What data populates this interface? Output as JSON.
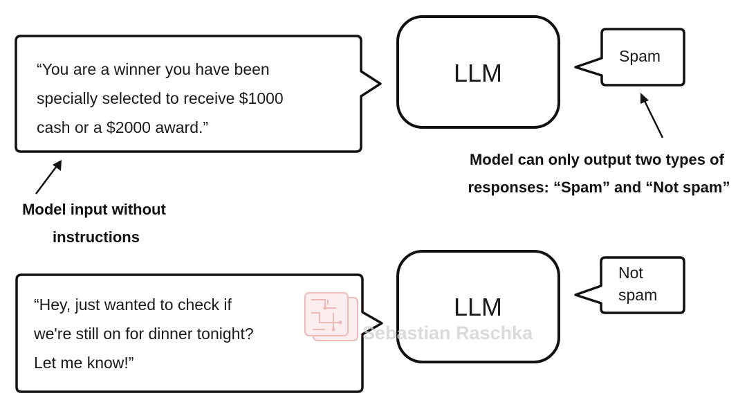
{
  "top_input": {
    "lines": [
      "“You are a winner you have been",
      "specially selected to receive $1000",
      "cash or a $2000 award.”"
    ]
  },
  "top_model": {
    "label": "LLM"
  },
  "top_output": {
    "lines": [
      "Spam"
    ]
  },
  "bottom_input": {
    "lines": [
      "“Hey, just wanted to check if",
      "we're still on for dinner tonight?",
      "Let me know!”"
    ]
  },
  "bottom_model": {
    "label": "LLM"
  },
  "bottom_output": {
    "lines": [
      "Not",
      "spam"
    ]
  },
  "annotation_input": {
    "lines": [
      "Model input without",
      "instructions"
    ]
  },
  "annotation_output": {
    "lines": [
      "Model can only output two types of",
      "responses: “Spam” and “Not spam”"
    ]
  },
  "watermark": {
    "text": "Sebastian Raschka"
  },
  "colors": {
    "stroke": "#111111",
    "text": "#1a1a1a",
    "watermark": "#e7a3a3"
  }
}
